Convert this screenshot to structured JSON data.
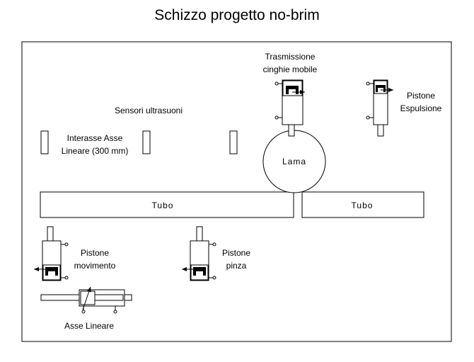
{
  "title": "Schizzo progetto no-brim",
  "labels": {
    "trasmissione_line1": "Trasmissione",
    "trasmissione_line2": "cinghie mobile",
    "pistone_espulsione_line1": "Pistone",
    "pistone_espulsione_line2": "Espulsione",
    "sensori": "Sensori  ultrasuoni",
    "interasse_line1": "Interasse Asse",
    "interasse_line2": "Lineare (300 mm)",
    "lama": "Lama",
    "tubo_left": "Tubo",
    "tubo_right": "Tubo",
    "pistone_movimento_line1": "Pistone",
    "pistone_movimento_line2": "movimento",
    "pistone_pinza_line1": "Pistone",
    "pistone_pinza_line2": "pinza",
    "asse_lineare": "Asse  Lineare"
  }
}
